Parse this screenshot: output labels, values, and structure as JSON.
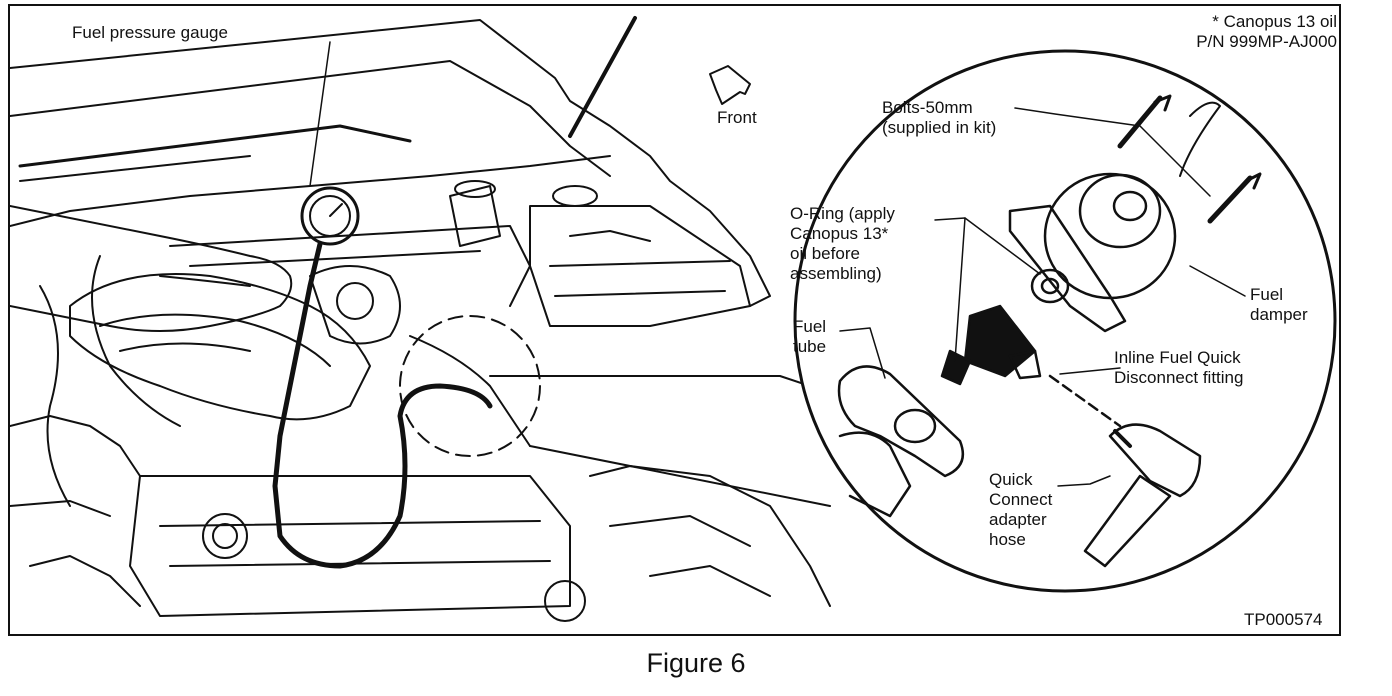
{
  "figure": {
    "caption": "Figure 6",
    "part_code": "TP000574",
    "note": [
      "* Canopus 13 oil",
      "P/N 999MP-AJ000"
    ]
  },
  "labels": {
    "fuel_pressure_gauge": "Fuel pressure gauge",
    "front": "Front",
    "bolts": [
      "Bolts-50mm",
      "(supplied in kit)"
    ],
    "o_ring": [
      "O-Ring (apply",
      "Canopus 13*",
      "oil before",
      "assembling)"
    ],
    "fuel_tube": [
      "Fuel",
      "tube"
    ],
    "fuel_damper": [
      "Fuel",
      "damper"
    ],
    "inline_fitting": [
      "Inline Fuel Quick",
      "Disconnect fitting"
    ],
    "quick_connect": [
      "Quick",
      "Connect",
      "adapter",
      "hose"
    ]
  },
  "colors": {
    "ink": "#111111",
    "paper": "#ffffff"
  },
  "icons": [
    "front-direction-arrow-icon"
  ]
}
